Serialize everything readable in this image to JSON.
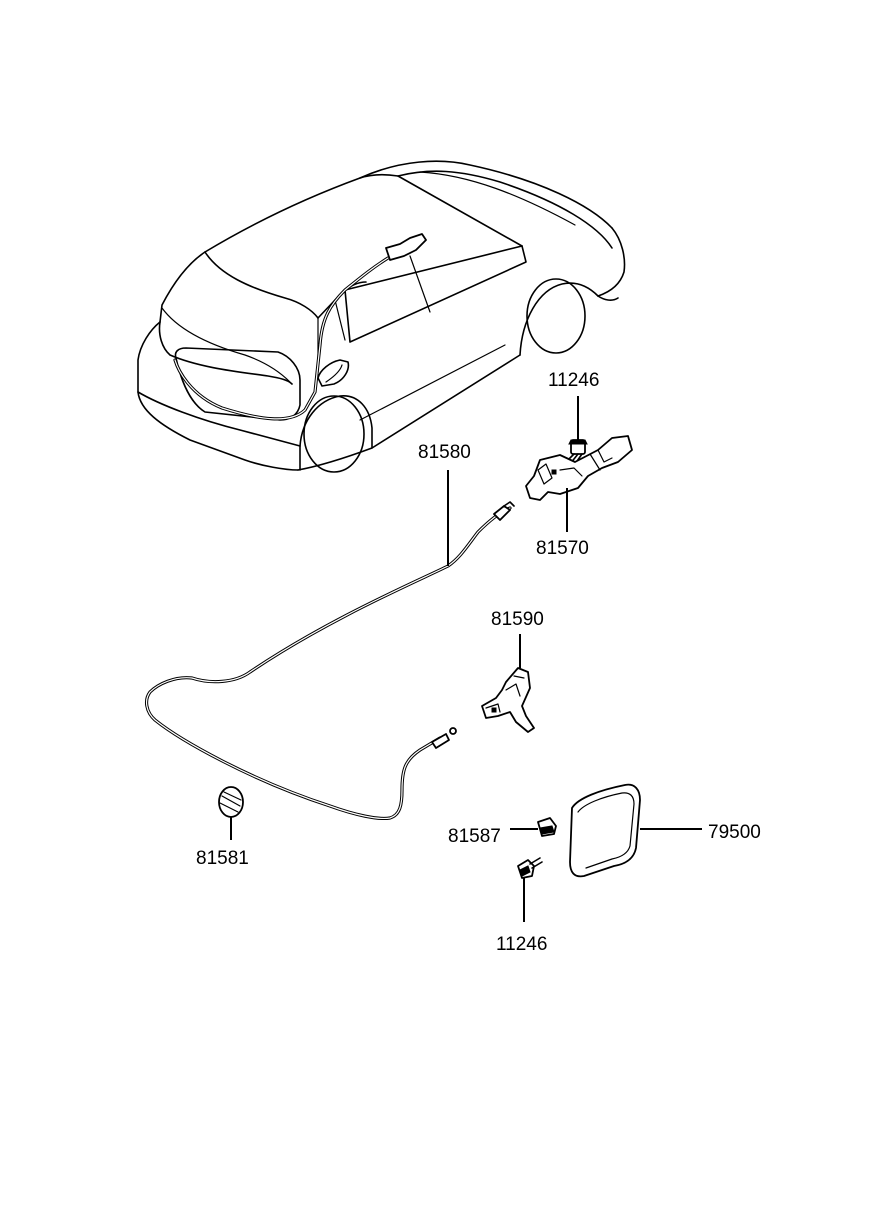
{
  "diagram": {
    "parts": [
      {
        "key": "bolt_upper",
        "number": "11246",
        "name": "bolt"
      },
      {
        "key": "lever_assy",
        "number": "81570",
        "name": "fuel-filler-opener-lever"
      },
      {
        "key": "cable",
        "number": "81580",
        "name": "fuel-filler-opener-cable"
      },
      {
        "key": "latch",
        "number": "81590",
        "name": "fuel-filler-door-latch"
      },
      {
        "key": "grommet",
        "number": "81581",
        "name": "cable-grommet"
      },
      {
        "key": "bumper",
        "number": "81587",
        "name": "door-bumper"
      },
      {
        "key": "bolt_lower",
        "number": "11246",
        "name": "bolt"
      },
      {
        "key": "fuel_door",
        "number": "79500",
        "name": "fuel-filler-door"
      }
    ],
    "labels": {
      "bolt_upper": "11246",
      "lever_assy": "81570",
      "cable": "81580",
      "latch": "81590",
      "grommet": "81581",
      "bumper": "81587",
      "bolt_lower": "11246",
      "fuel_door": "79500"
    }
  }
}
